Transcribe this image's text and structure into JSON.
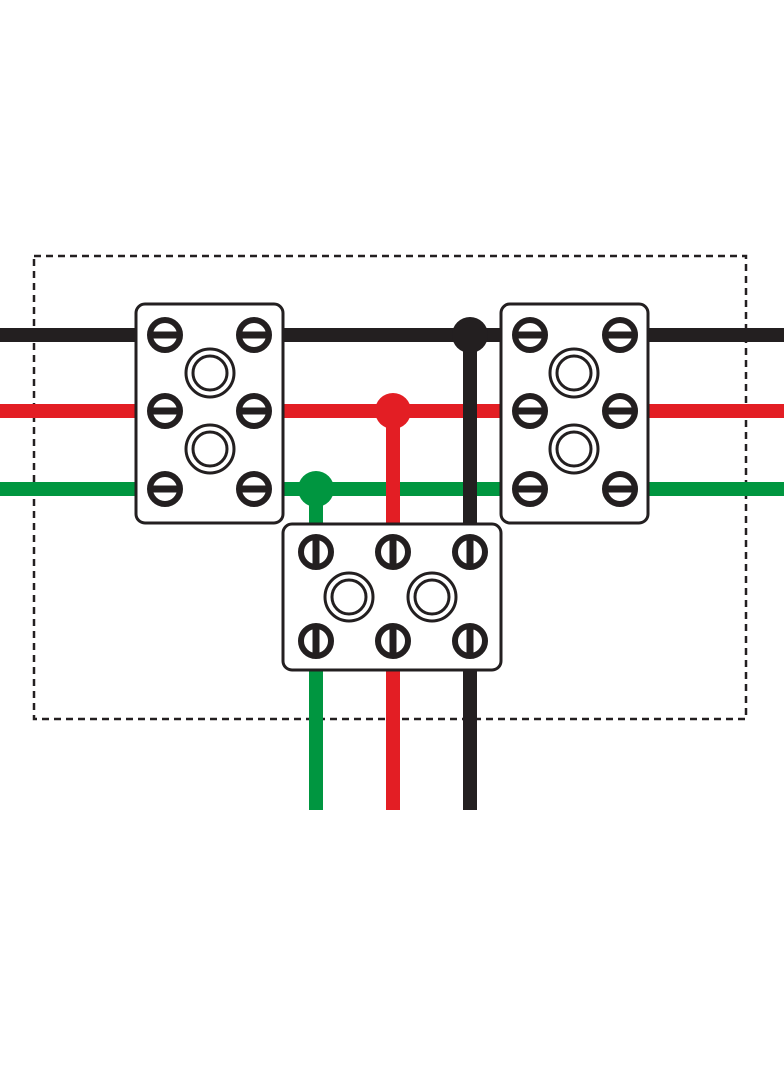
{
  "diagram": {
    "type": "wiring-junction-box",
    "colors": {
      "live": "#e31e24",
      "neutral": "#231f20",
      "earth": "#009640",
      "outline": "#231f20",
      "background": "#ffffff"
    },
    "conductors": [
      "neutral",
      "live",
      "earth"
    ],
    "terminal_blocks": [
      {
        "id": "left-block",
        "orientation": "horizontal-screws",
        "screws": 6,
        "fixing_holes": 2
      },
      {
        "id": "right-block",
        "orientation": "horizontal-screws",
        "screws": 6,
        "fixing_holes": 2
      },
      {
        "id": "bottom-block",
        "orientation": "vertical-screws",
        "screws": 6,
        "fixing_holes": 2
      }
    ],
    "junctions": [
      "neutral",
      "live",
      "earth"
    ],
    "enclosure": "dashed-outline"
  }
}
